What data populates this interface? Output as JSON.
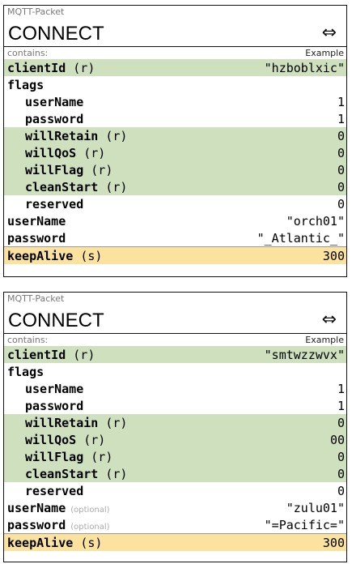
{
  "packets": [
    {
      "label": "MQTT-Packet",
      "title": "CONNECT",
      "icon": "double-arrow-icon",
      "contains_label": "contains:",
      "example_label": "Example",
      "client_id": {
        "key": "clientId",
        "mark": "(r)",
        "value": "\"hzboblxic\""
      },
      "flags_label": "flags",
      "flags": [
        {
          "key": "userName",
          "mark": "",
          "value": "1"
        },
        {
          "key": "password",
          "mark": "",
          "value": "1"
        },
        {
          "key": "willRetain",
          "mark": "(r)",
          "value": "0"
        },
        {
          "key": "willQoS",
          "mark": "(r)",
          "value": "0"
        },
        {
          "key": "willFlag",
          "mark": "(r)",
          "value": "0"
        },
        {
          "key": "cleanStart",
          "mark": "(r)",
          "value": "0"
        },
        {
          "key": "reserved",
          "mark": "",
          "value": "0"
        }
      ],
      "user_name": {
        "key": "userName",
        "opt": "",
        "value": "\"orch01\""
      },
      "password": {
        "key": "password",
        "opt": "",
        "value": "\"_Atlantic_\""
      },
      "keep_alive": {
        "key": "keepAlive",
        "mark": "(s)",
        "value": "300"
      }
    },
    {
      "label": "MQTT-Packet",
      "title": "CONNECT",
      "icon": "double-arrow-icon",
      "contains_label": "contains:",
      "example_label": "Example",
      "client_id": {
        "key": "clientId",
        "mark": "(r)",
        "value": "\"smtwzzwvx\""
      },
      "flags_label": "flags",
      "flags": [
        {
          "key": "userName",
          "mark": "",
          "value": "1"
        },
        {
          "key": "password",
          "mark": "",
          "value": "1"
        },
        {
          "key": "willRetain",
          "mark": "(r)",
          "value": "0"
        },
        {
          "key": "willQoS",
          "mark": "(r)",
          "value": "00"
        },
        {
          "key": "willFlag",
          "mark": "(r)",
          "value": "0"
        },
        {
          "key": "cleanStart",
          "mark": "(r)",
          "value": "0"
        },
        {
          "key": "reserved",
          "mark": "",
          "value": "0"
        }
      ],
      "user_name": {
        "key": "userName",
        "opt": "(optional)",
        "value": "\"zulu01\""
      },
      "password": {
        "key": "password",
        "opt": "(optional)",
        "value": "\"=Pacific=\""
      },
      "keep_alive": {
        "key": "keepAlive",
        "mark": "(s)",
        "value": "300"
      }
    }
  ]
}
